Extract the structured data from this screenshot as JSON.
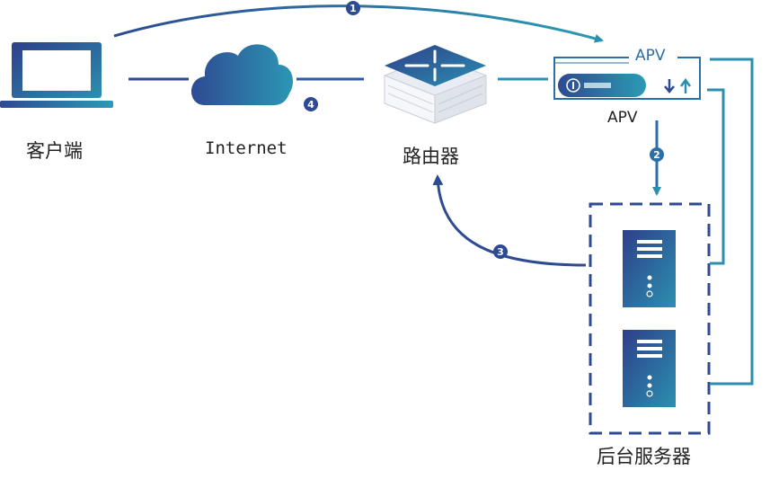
{
  "nodes": {
    "client": {
      "label": "客户端"
    },
    "internet": {
      "label": "Internet"
    },
    "router": {
      "label": "路由器"
    },
    "apv": {
      "label": "APV",
      "device_label": "APV"
    },
    "servers": {
      "label": "后台服务器"
    }
  },
  "steps": [
    "1",
    "2",
    "3",
    "4"
  ],
  "colors": {
    "primary": "#2a3f86",
    "accent": "#2b8fb0",
    "grad_start": "#2d4a92",
    "grad_end": "#2b9bb4"
  }
}
